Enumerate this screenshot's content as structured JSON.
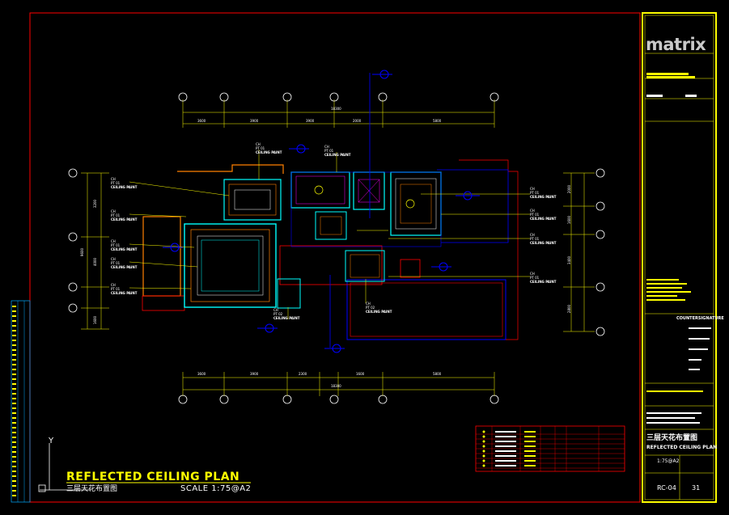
{
  "drawing": {
    "title_en": "REFLECTED CEILING PLAN",
    "title_cn": "三层天花布置图",
    "scale": "SCALE  1:75@A2"
  },
  "title_block": {
    "logo": "matrix",
    "countersignature": "COUNTERSIGNATURE",
    "drawing_title_cn": "三层天花布置图",
    "drawing_title_en": "REFLECTED CEILING PLAN",
    "scale_value": "1:75@A2",
    "drawing_no": "RC-04",
    "sheet_no": "31"
  },
  "dimensions": {
    "top_total": "18300",
    "top_segments": [
      "3600",
      "3900",
      "3900",
      "2000",
      "5800"
    ],
    "bottom_total": "18300",
    "bottom_segments": [
      "3600",
      "3900",
      "2300",
      "1600",
      "5800"
    ],
    "left_total": "9600",
    "left_segments": [
      "3200",
      "4000",
      "1600"
    ],
    "right_segments": [
      "2000",
      "1600",
      "3400",
      "2800"
    ]
  },
  "ceiling_labels": {
    "paint": "CEILING PAINT",
    "pt01": "PT 01",
    "pt02": "PT 02",
    "ch_prefix": "CH"
  },
  "colors": {
    "background": "#000000",
    "border": "#ff0000",
    "title": "#ffff00",
    "wall_cyan": "#00ffff",
    "wall_orange": "#ff8000",
    "room_blue": "#0000ff",
    "text": "#ffffff"
  }
}
